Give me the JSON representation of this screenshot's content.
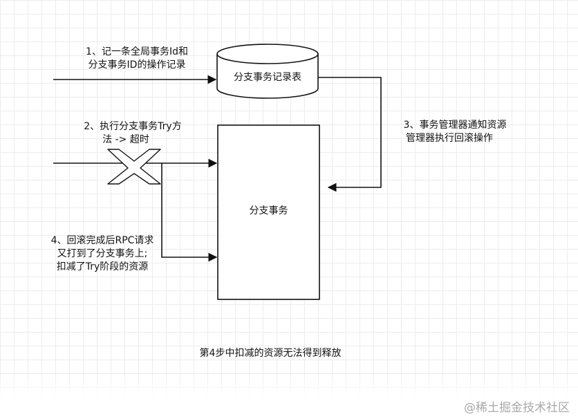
{
  "diagram": {
    "db_label": "分支事务记录表",
    "box_label": "分支事务",
    "step1": [
      "1、记一条全局事务Id和",
      "分支事务ID的操作记录"
    ],
    "step2": [
      "2、执行分支事务Try方",
      "法 ->  超时"
    ],
    "step3": [
      "3、事务管理器通知资源",
      "管理器执行回滚操作"
    ],
    "step4": [
      "4、回滚完成后RPC请求",
      "又打到了分支事务上;",
      "扣减了Try阶段的资源"
    ],
    "conclusion": "第4步中扣减的资源无法得到释放"
  },
  "watermark": "@稀土掘金技术社区",
  "colors": {
    "line": "#111111",
    "grid": "#ececec",
    "watermark": "#a8a8a8"
  }
}
